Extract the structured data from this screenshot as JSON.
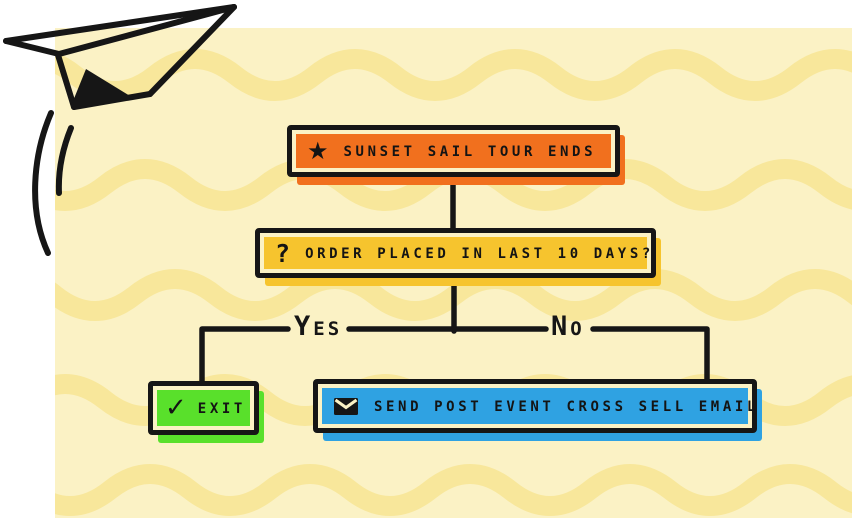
{
  "illustration": {
    "outer_background": "#ffffff",
    "paper_color": "#fbf2c5",
    "wave_color": "#f8e79b",
    "ink_color": "#161616",
    "text_color": "#141414"
  },
  "icons": {
    "star": "★",
    "question_mark": "?",
    "checkmark": "✓",
    "envelope": "envelope-icon",
    "paper_plane": "paper-plane-doodle",
    "swoosh": "swoosh-arc-doodle"
  },
  "flowchart": {
    "nodes": {
      "start": {
        "label": "SUNSET SAIL TOUR ENDS",
        "fill": "#f1701e",
        "icon": "star"
      },
      "decision": {
        "label": "ORDER PLACED IN LAST 10 DAYS?",
        "fill": "#f6c42e",
        "icon": "question-mark"
      },
      "exit": {
        "label": "EXIT",
        "fill": "#59e02b",
        "icon": "checkmark"
      },
      "email": {
        "label": "SEND POST EVENT CROSS SELL EMAIL",
        "fill": "#2fa2e2",
        "icon": "envelope"
      }
    },
    "branch_labels": {
      "yes": "Yes",
      "no": "No"
    }
  }
}
